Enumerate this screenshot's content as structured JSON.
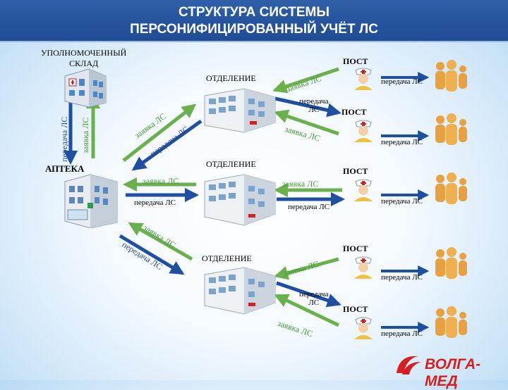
{
  "header": {
    "line1": "СТРУКТУРА СИСТЕМЫ",
    "line2": "ПЕРСОНИФИЦИРОВАННЫЙ УЧЁТ ЛС"
  },
  "warehouse": {
    "line1": "УПОЛНОМОЧЕННЫЙ",
    "line2": "СКЛАД"
  },
  "pharmacy": "АПТЕКА",
  "department": "ОТДЕЛЕНИЕ",
  "post": "ПОСТ",
  "request": "заявка ЛС",
  "transfer": "передача ЛС",
  "transfer_two_line": {
    "line1": "передача",
    "line2": "ЛС"
  },
  "logo": "ВОЛГА-МЕД",
  "colors": {
    "header": "#2458a0",
    "request_arrow": "#6ab04c",
    "transfer_arrow": "#1f4fa0",
    "logo": "#d42020"
  }
}
